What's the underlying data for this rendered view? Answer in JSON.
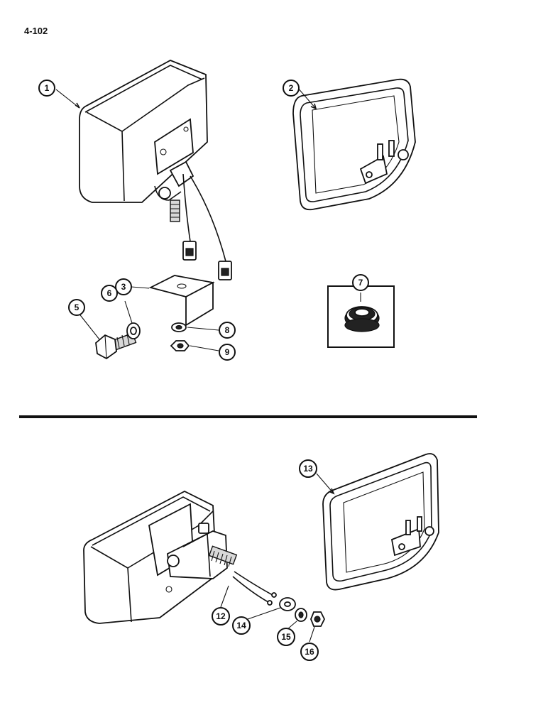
{
  "page_number": "4-102",
  "callouts": {
    "c1": "1",
    "c2": "2",
    "c3": "3",
    "c5": "5",
    "c6": "6",
    "c7": "7",
    "c8": "8",
    "c9": "9",
    "c12": "12",
    "c13": "13",
    "c14": "14",
    "c15": "15",
    "c16": "16"
  },
  "colors": {
    "ink": "#111111",
    "paper": "#ffffff",
    "shade": "#d9d9d9"
  }
}
